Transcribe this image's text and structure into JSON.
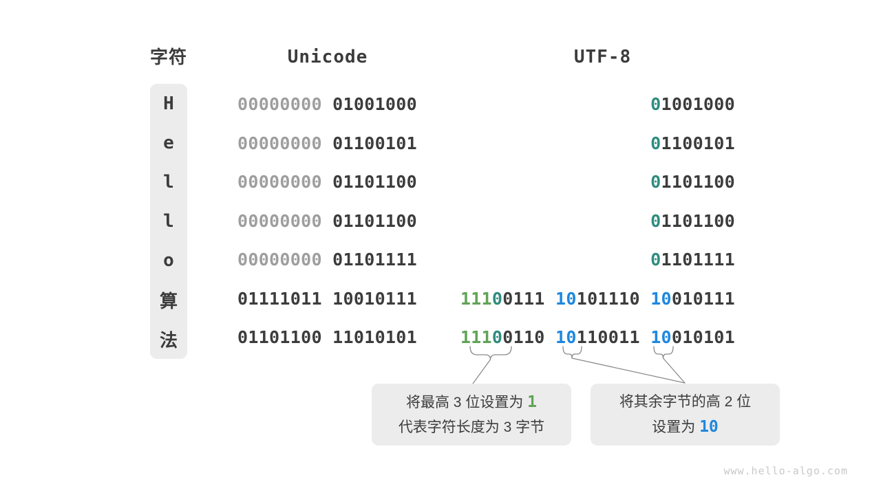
{
  "header": {
    "char": "字符",
    "unicode": "Unicode",
    "utf8": "UTF-8"
  },
  "colors": {
    "dark": "#3c3c3c",
    "muted": "#9e9e9e",
    "teal": "#2e8c7e",
    "green": "#60a356",
    "blue": "#1e88e0",
    "box-bg": "#ececec",
    "line": "#8a8a8a",
    "watermark": "#c9c9c9"
  },
  "table": {
    "rows": [
      {
        "char": "H",
        "unicode": [
          {
            "t": "00000000",
            "c": "muted"
          },
          {
            "t": "01001000",
            "c": "dark"
          }
        ],
        "utf8": [
          [
            {
              "t": "0",
              "c": "teal"
            },
            {
              "t": "1001000",
              "c": "dark"
            }
          ]
        ]
      },
      {
        "char": "e",
        "unicode": [
          {
            "t": "00000000",
            "c": "muted"
          },
          {
            "t": "01100101",
            "c": "dark"
          }
        ],
        "utf8": [
          [
            {
              "t": "0",
              "c": "teal"
            },
            {
              "t": "1100101",
              "c": "dark"
            }
          ]
        ]
      },
      {
        "char": "l",
        "unicode": [
          {
            "t": "00000000",
            "c": "muted"
          },
          {
            "t": "01101100",
            "c": "dark"
          }
        ],
        "utf8": [
          [
            {
              "t": "0",
              "c": "teal"
            },
            {
              "t": "1101100",
              "c": "dark"
            }
          ]
        ]
      },
      {
        "char": "l",
        "unicode": [
          {
            "t": "00000000",
            "c": "muted"
          },
          {
            "t": "01101100",
            "c": "dark"
          }
        ],
        "utf8": [
          [
            {
              "t": "0",
              "c": "teal"
            },
            {
              "t": "1101100",
              "c": "dark"
            }
          ]
        ]
      },
      {
        "char": "o",
        "unicode": [
          {
            "t": "00000000",
            "c": "muted"
          },
          {
            "t": "01101111",
            "c": "dark"
          }
        ],
        "utf8": [
          [
            {
              "t": "0",
              "c": "teal"
            },
            {
              "t": "1101111",
              "c": "dark"
            }
          ]
        ]
      },
      {
        "char": "算",
        "unicode": [
          {
            "t": "01111011",
            "c": "dark"
          },
          {
            "t": "10010111",
            "c": "dark"
          }
        ],
        "utf8": [
          [
            {
              "t": "111",
              "c": "green"
            },
            {
              "t": "0",
              "c": "teal"
            },
            {
              "t": "0111",
              "c": "dark"
            }
          ],
          [
            {
              "t": "10",
              "c": "blue"
            },
            {
              "t": "101110",
              "c": "dark"
            }
          ],
          [
            {
              "t": "10",
              "c": "blue"
            },
            {
              "t": "010111",
              "c": "dark"
            }
          ]
        ]
      },
      {
        "char": "法",
        "unicode": [
          {
            "t": "01101100",
            "c": "dark"
          },
          {
            "t": "11010101",
            "c": "dark"
          }
        ],
        "utf8": [
          [
            {
              "t": "111",
              "c": "green"
            },
            {
              "t": "0",
              "c": "teal"
            },
            {
              "t": "0110",
              "c": "dark"
            }
          ],
          [
            {
              "t": "10",
              "c": "blue"
            },
            {
              "t": "110011",
              "c": "dark"
            }
          ],
          [
            {
              "t": "10",
              "c": "blue"
            },
            {
              "t": "010101",
              "c": "dark"
            }
          ]
        ]
      }
    ]
  },
  "callouts": [
    {
      "line1_prefix": "将最高 3 位设置为",
      "line1_value": "1",
      "line2": "代表字符长度为 3 字节"
    },
    {
      "line1": "将其余字节的高 2 位",
      "line2_prefix": "设置为",
      "line2_value": "10"
    }
  ],
  "watermark": "www.hello-algo.com"
}
